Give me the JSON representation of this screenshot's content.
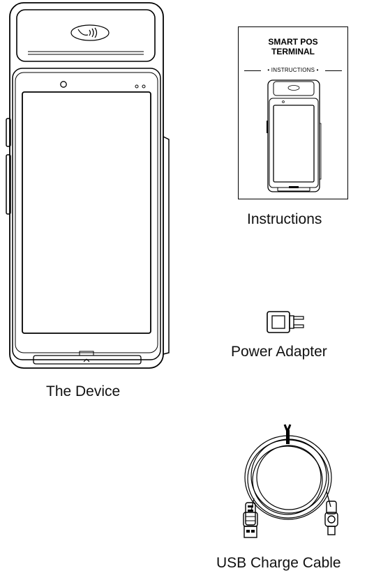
{
  "device": {
    "caption": "The Device"
  },
  "instructions": {
    "caption": "Instructions",
    "box_title_line1": "SMART POS",
    "box_title_line2": "TERMINAL",
    "box_subtitle": "• INSTRUCTIONS •"
  },
  "power_adapter": {
    "caption": "Power Adapter"
  },
  "usb_cable": {
    "caption": "USB Charge Cable"
  },
  "icons": {
    "contactless": "contactless-icon",
    "camera": "camera-dot-icon",
    "sensor": "sensor-dots-icon"
  }
}
